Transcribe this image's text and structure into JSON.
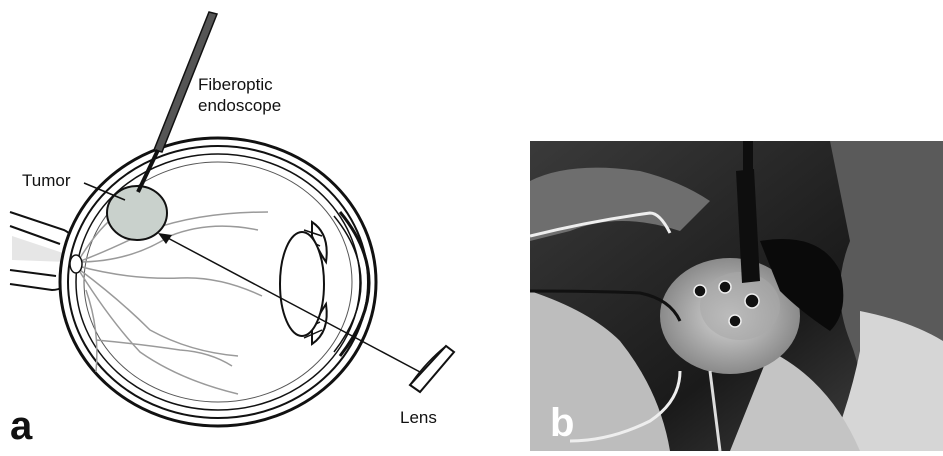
{
  "panel_a": {
    "letter": "a",
    "labels": {
      "fiberoptic_line1": "Fiberoptic",
      "fiberoptic_line2": "endoscope",
      "tumor": "Tumor",
      "lens": "Lens"
    },
    "colors": {
      "line": "#111111",
      "tumor_fill": "#c9d1cc",
      "vessel": "#9a9a9a"
    }
  },
  "panel_b": {
    "letter": "b",
    "photo": "grayscale intraoperative photograph of endoscope and sutured lens on eye"
  }
}
